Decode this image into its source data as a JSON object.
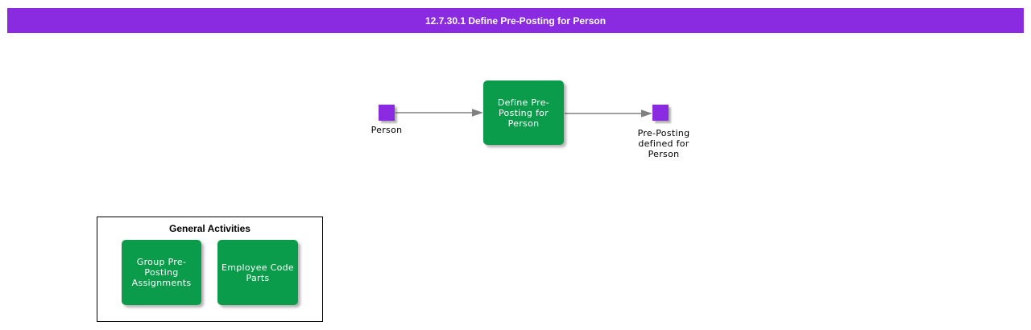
{
  "header": {
    "title": "12.7.30.1 Define Pre-Posting for Person"
  },
  "colors": {
    "purple": "#8A2BE2",
    "green": "#0A9B4B",
    "arrow": "#808080",
    "text": "#000000",
    "background": "#FFFFFF"
  },
  "flow": {
    "start_event": {
      "label": "Person"
    },
    "activity": {
      "label": "Define Pre-\nPosting for\nPerson"
    },
    "end_event": {
      "label": "Pre-Posting\ndefined for\nPerson"
    }
  },
  "general_activities": {
    "title": "General Activities",
    "items": [
      {
        "label": "Group Pre-\nPosting\nAssignments"
      },
      {
        "label": "Employee Code\nParts"
      }
    ]
  }
}
